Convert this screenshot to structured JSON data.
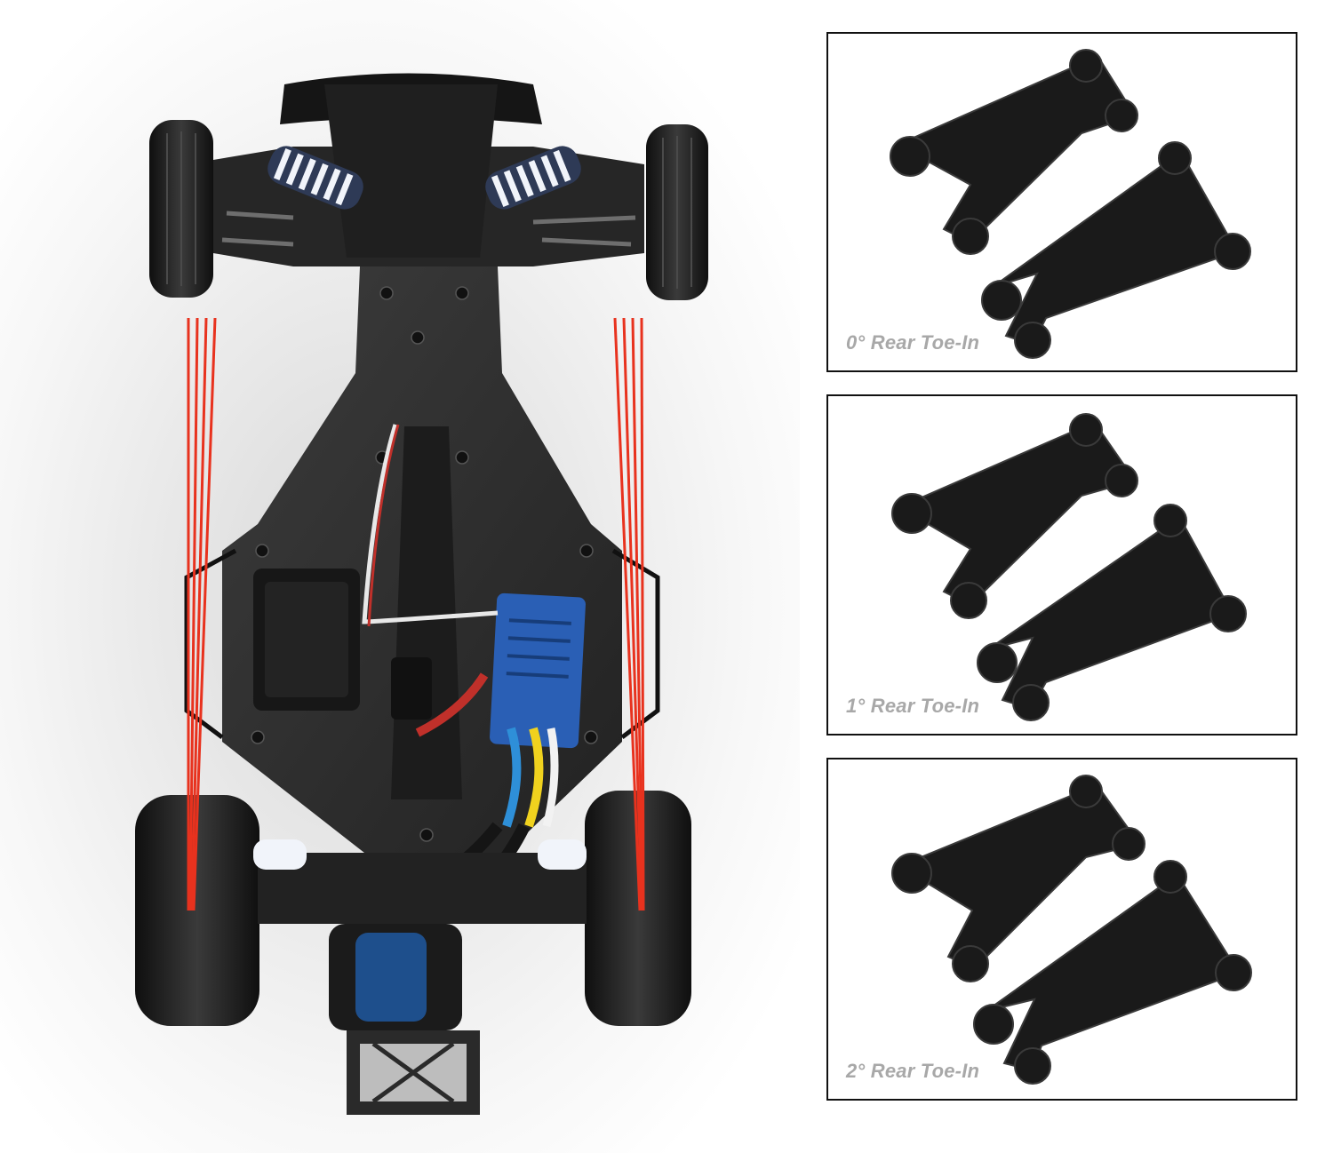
{
  "colors": {
    "chassis": "#2b2b2b",
    "tire": "#1c1c1c",
    "alignment_line": "#e8321e",
    "esc_blue": "#2a5fb5",
    "spring": "#e8eef8",
    "panel_border": "#111111",
    "caption": "#a8a8a8"
  },
  "panels": [
    {
      "caption": "0° Rear Toe-In",
      "toe_in_degrees": 0
    },
    {
      "caption": "1° Rear Toe-In",
      "toe_in_degrees": 1
    },
    {
      "caption": "2° Rear Toe-In",
      "toe_in_degrees": 2
    }
  ],
  "icons": {
    "chassis": "rc-car-chassis-top-view",
    "arm": "suspension-arm"
  }
}
